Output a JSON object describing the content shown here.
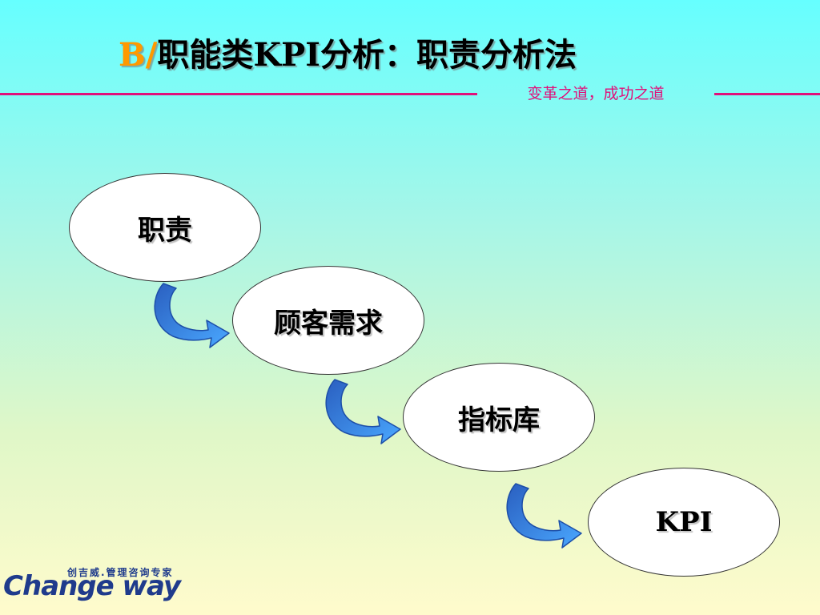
{
  "title": {
    "prefix": "B/",
    "main": "职能类KPI分析：职责分析法"
  },
  "tagline": "变革之道，成功之道",
  "flow": {
    "nodes": [
      "职责",
      "顾客需求",
      "指标库",
      "KPI"
    ]
  },
  "logo": {
    "subtitle": "创吉威.管理咨询专家",
    "brand": "Change way"
  },
  "colors": {
    "accent": "#e0107a",
    "title_prefix": "#ff9900",
    "arrow": "#2f82e0",
    "logo": "#1f3b8c"
  }
}
